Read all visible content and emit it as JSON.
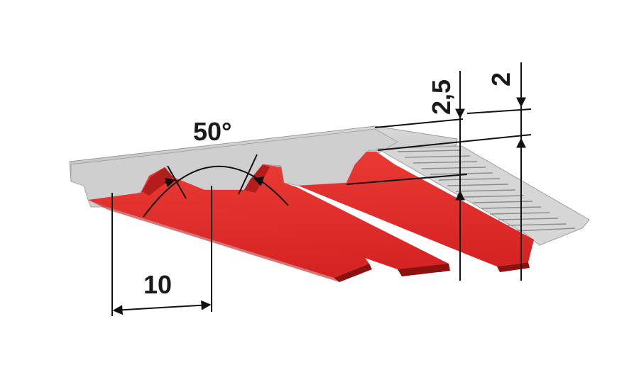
{
  "labels": {
    "angle": "50°",
    "pitch": "10",
    "total_height": "2,5",
    "tooth_height": "2"
  },
  "colors": {
    "tooth_red": "#e52d2d",
    "tooth_dark": "#a81a1a",
    "belt_grey": "#c9c9c9",
    "belt_light": "#e2e2e2",
    "line": "#111111"
  }
}
